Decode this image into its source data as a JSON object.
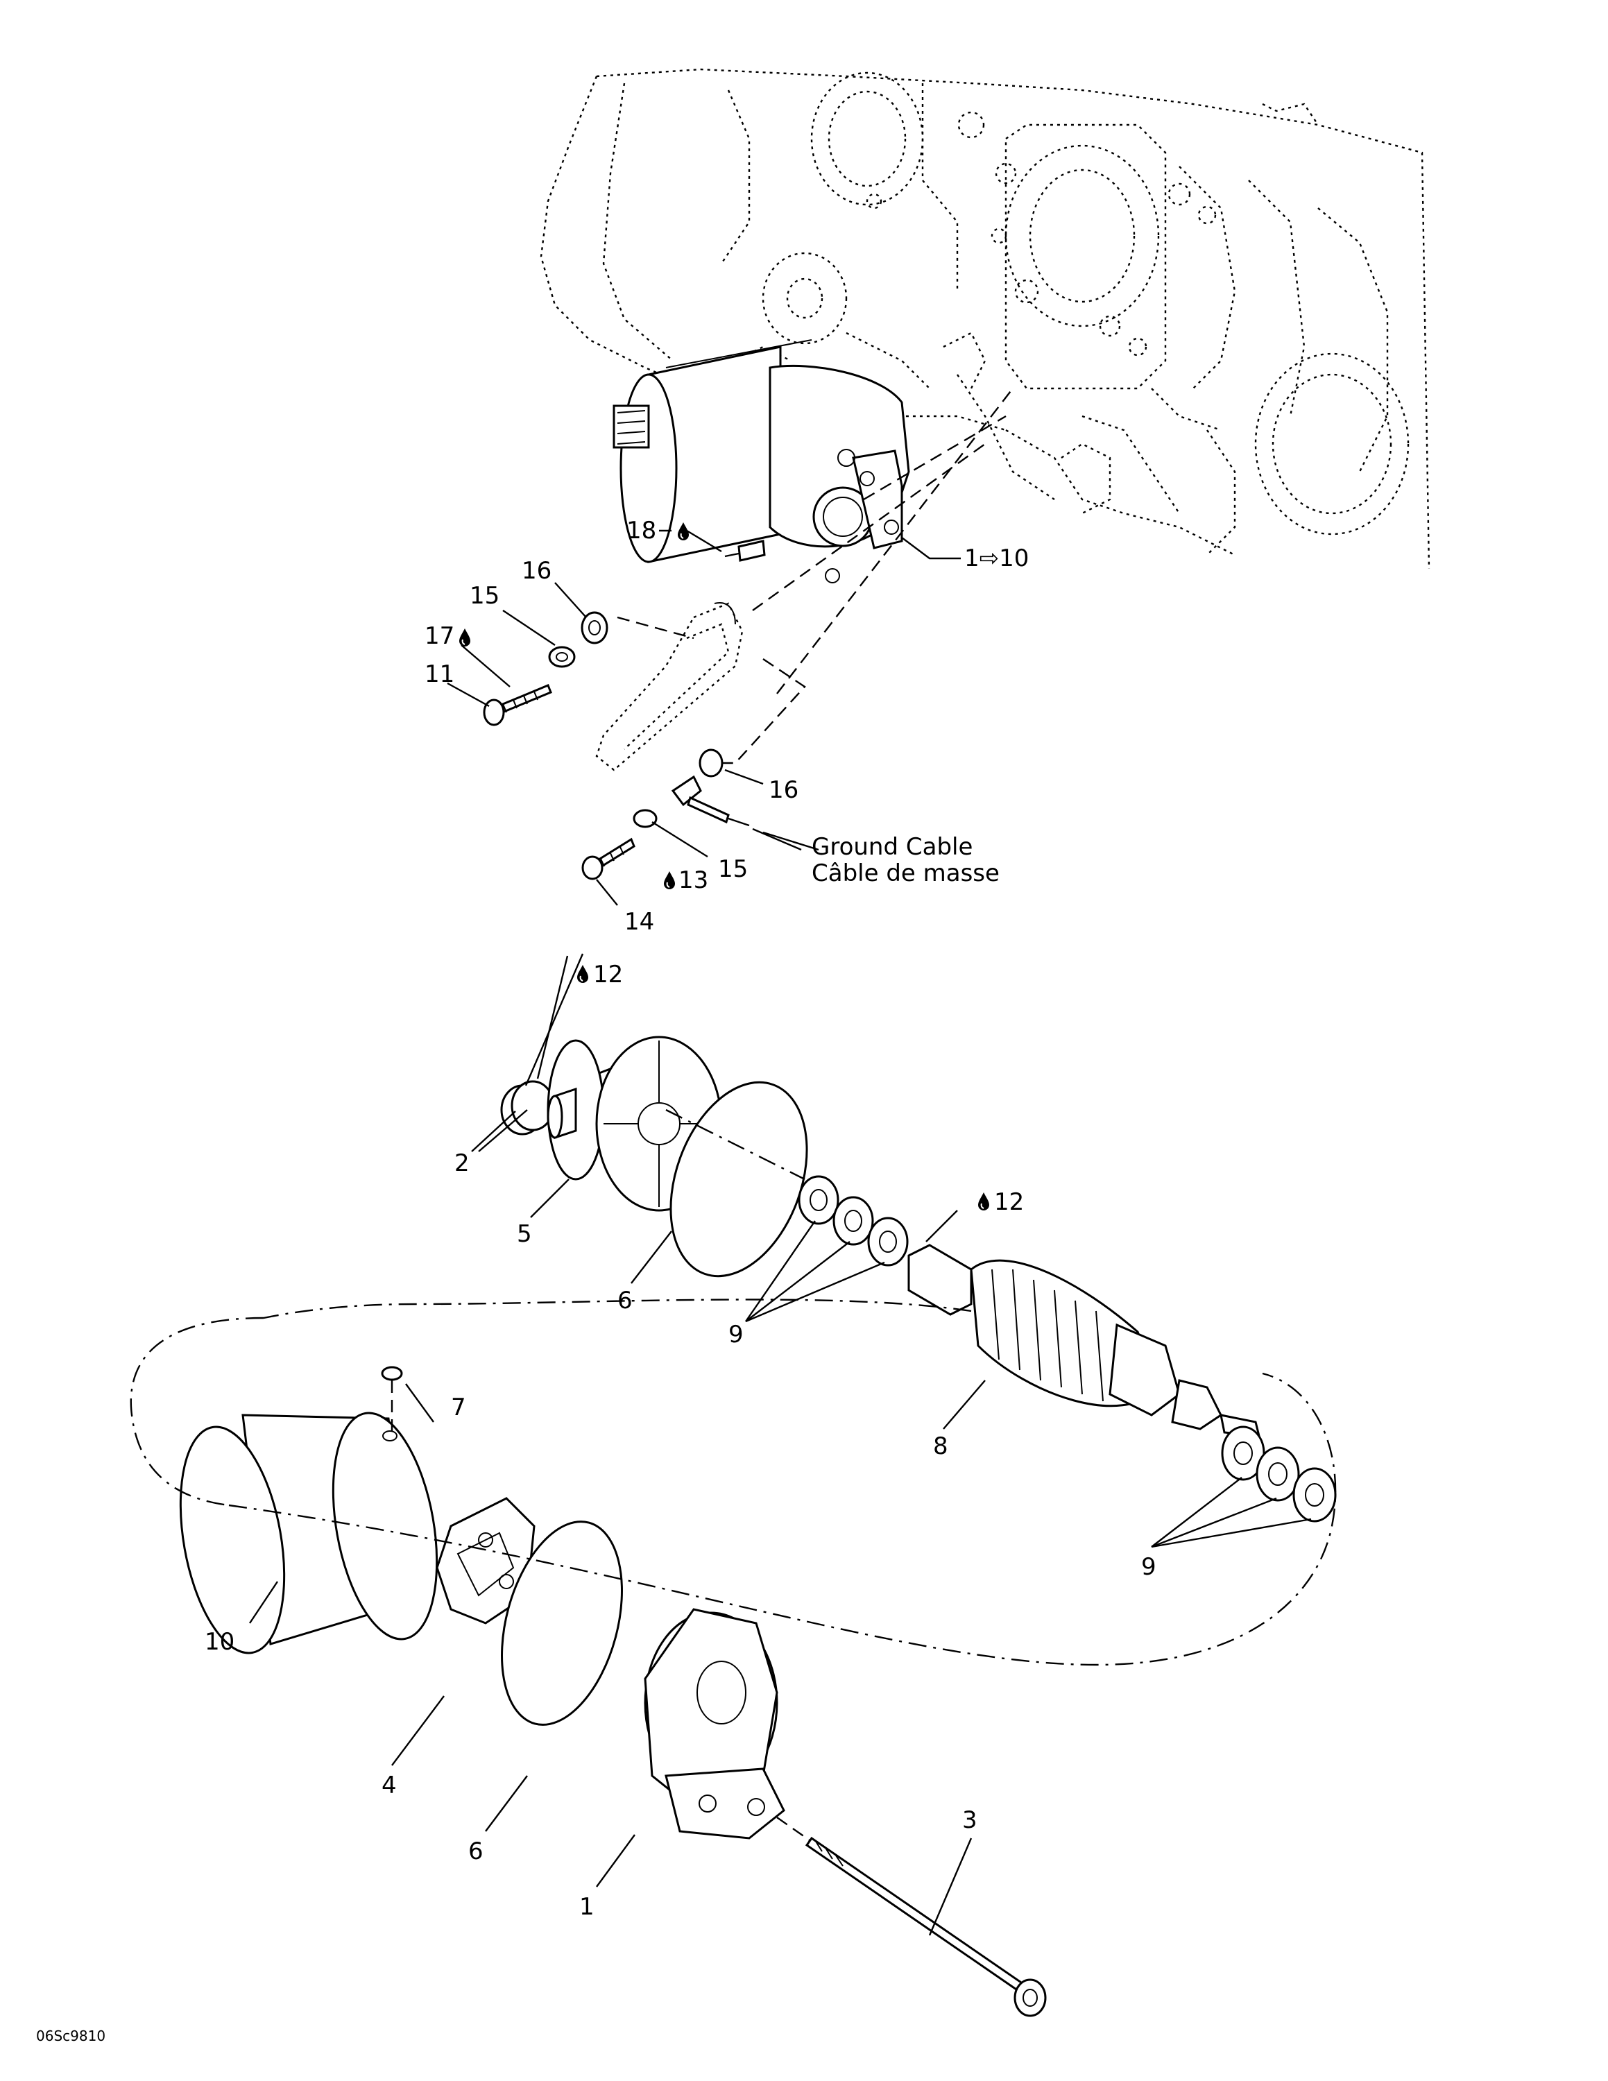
{
  "callouts": {
    "c_1_10": "1⇨10",
    "c_18": "18",
    "c_16a": "16",
    "c_15a": "15",
    "c_17": "17",
    "c_11": "11",
    "c_16b": "16",
    "c_ground_en": "Ground Cable",
    "c_ground_fr": "Câble de masse",
    "c_15b": "15",
    "c_13": "13",
    "c_14": "14",
    "c_12a": "12",
    "c_2": "2",
    "c_5": "5",
    "c_6a": "6",
    "c_9a": "9",
    "c_12b": "12",
    "c_8": "8",
    "c_7": "7",
    "c_9b": "9",
    "c_10": "10",
    "c_4": "4",
    "c_6b": "6",
    "c_1": "1",
    "c_3": "3"
  },
  "reference_code": "06Sc9810",
  "icons": {
    "lubricant": "oil-drop-icon"
  }
}
